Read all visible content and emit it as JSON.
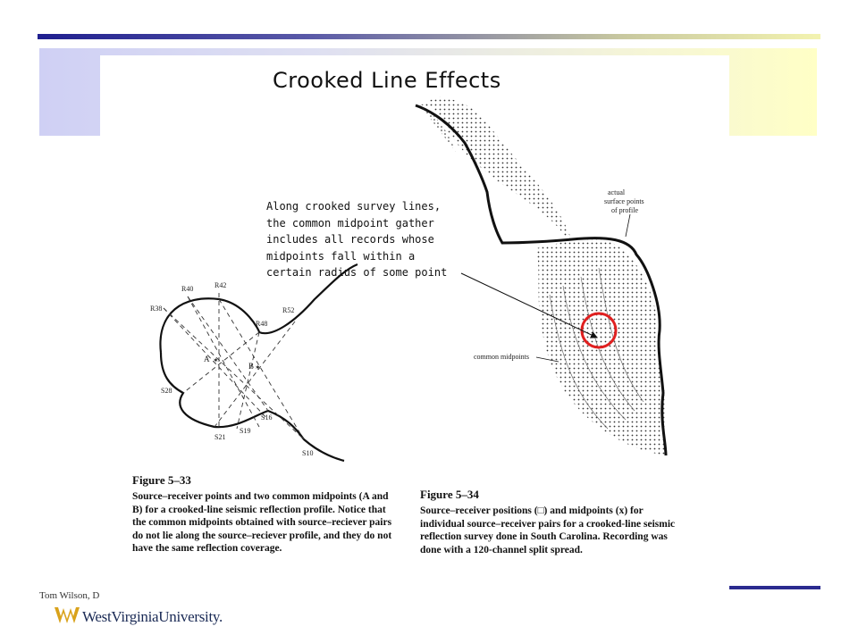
{
  "slide": {
    "title": "Crooked Line Effects",
    "annotation": "Along crooked survey lines,\nthe common midpoint gather\nincludes all records whose\nmidpoints fall within a\ncertain radius of some point"
  },
  "figure_5_33": {
    "caption_title": "Figure 5–33",
    "caption_text": "Source–receiver points and two common midpoints (A and B) for a crooked-line seismic reflection profile. Notice that the common midpoints obtained with source–reciever pairs do not lie along the source–reciever profile, and they do not have the same reflection coverage.",
    "labels": {
      "r40": "R40",
      "r42": "R42",
      "r38": "R38",
      "r48": "R48",
      "r52": "R52",
      "s28": "S28",
      "s21": "S21",
      "s19": "S19",
      "s16": "S16",
      "s10": "S10",
      "a": "A",
      "b": "B"
    }
  },
  "figure_5_34": {
    "caption_title": "Figure 5–34",
    "caption_text": "Source–receiver positions (□) and midpoints (x) for individual source–receiver pairs for a crooked-line seismic reflection survey done in South Carolina. Recording was done with a 120-channel split spread.",
    "label_surface": "actual\nsurface points\nof profile",
    "label_midpoints": "common midpoints"
  },
  "footer": {
    "author": "Tom Wilson, D",
    "logo": "WestVirginiaUniversity."
  },
  "colors": {
    "highlight_circle": "#e02020",
    "rule_dark": "#2b2b8f"
  }
}
